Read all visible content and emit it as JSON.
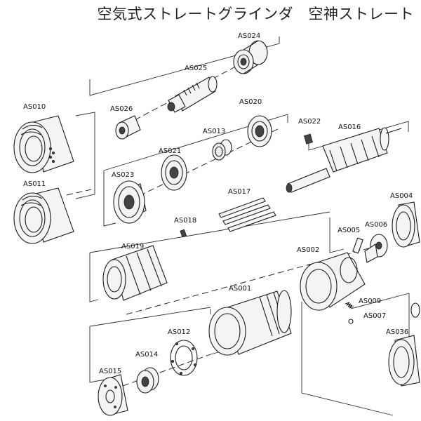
{
  "title": "空気式ストレートグラインダ　空神ストレート",
  "parts": [
    {
      "id": "as024",
      "code": "AS024"
    },
    {
      "id": "as025",
      "code": "AS025"
    },
    {
      "id": "as010",
      "code": "AS010"
    },
    {
      "id": "as026",
      "code": "AS026"
    },
    {
      "id": "as020",
      "code": "AS020"
    },
    {
      "id": "as022",
      "code": "AS022"
    },
    {
      "id": "as016",
      "code": "AS016"
    },
    {
      "id": "as013",
      "code": "AS013"
    },
    {
      "id": "as021",
      "code": "AS021"
    },
    {
      "id": "as023",
      "code": "AS023"
    },
    {
      "id": "as011",
      "code": "AS011"
    },
    {
      "id": "as017",
      "code": "AS017"
    },
    {
      "id": "as004",
      "code": "AS004"
    },
    {
      "id": "as018",
      "code": "AS018"
    },
    {
      "id": "as005",
      "code": "AS005"
    },
    {
      "id": "as006",
      "code": "AS006"
    },
    {
      "id": "as019",
      "code": "AS019"
    },
    {
      "id": "as002",
      "code": "AS002"
    },
    {
      "id": "as001",
      "code": "AS001"
    },
    {
      "id": "as009",
      "code": "AS009"
    },
    {
      "id": "as007",
      "code": "AS007"
    },
    {
      "id": "as012",
      "code": "AS012"
    },
    {
      "id": "as036",
      "code": "AS036"
    },
    {
      "id": "as014",
      "code": "AS014"
    },
    {
      "id": "as015",
      "code": "AS015"
    }
  ]
}
